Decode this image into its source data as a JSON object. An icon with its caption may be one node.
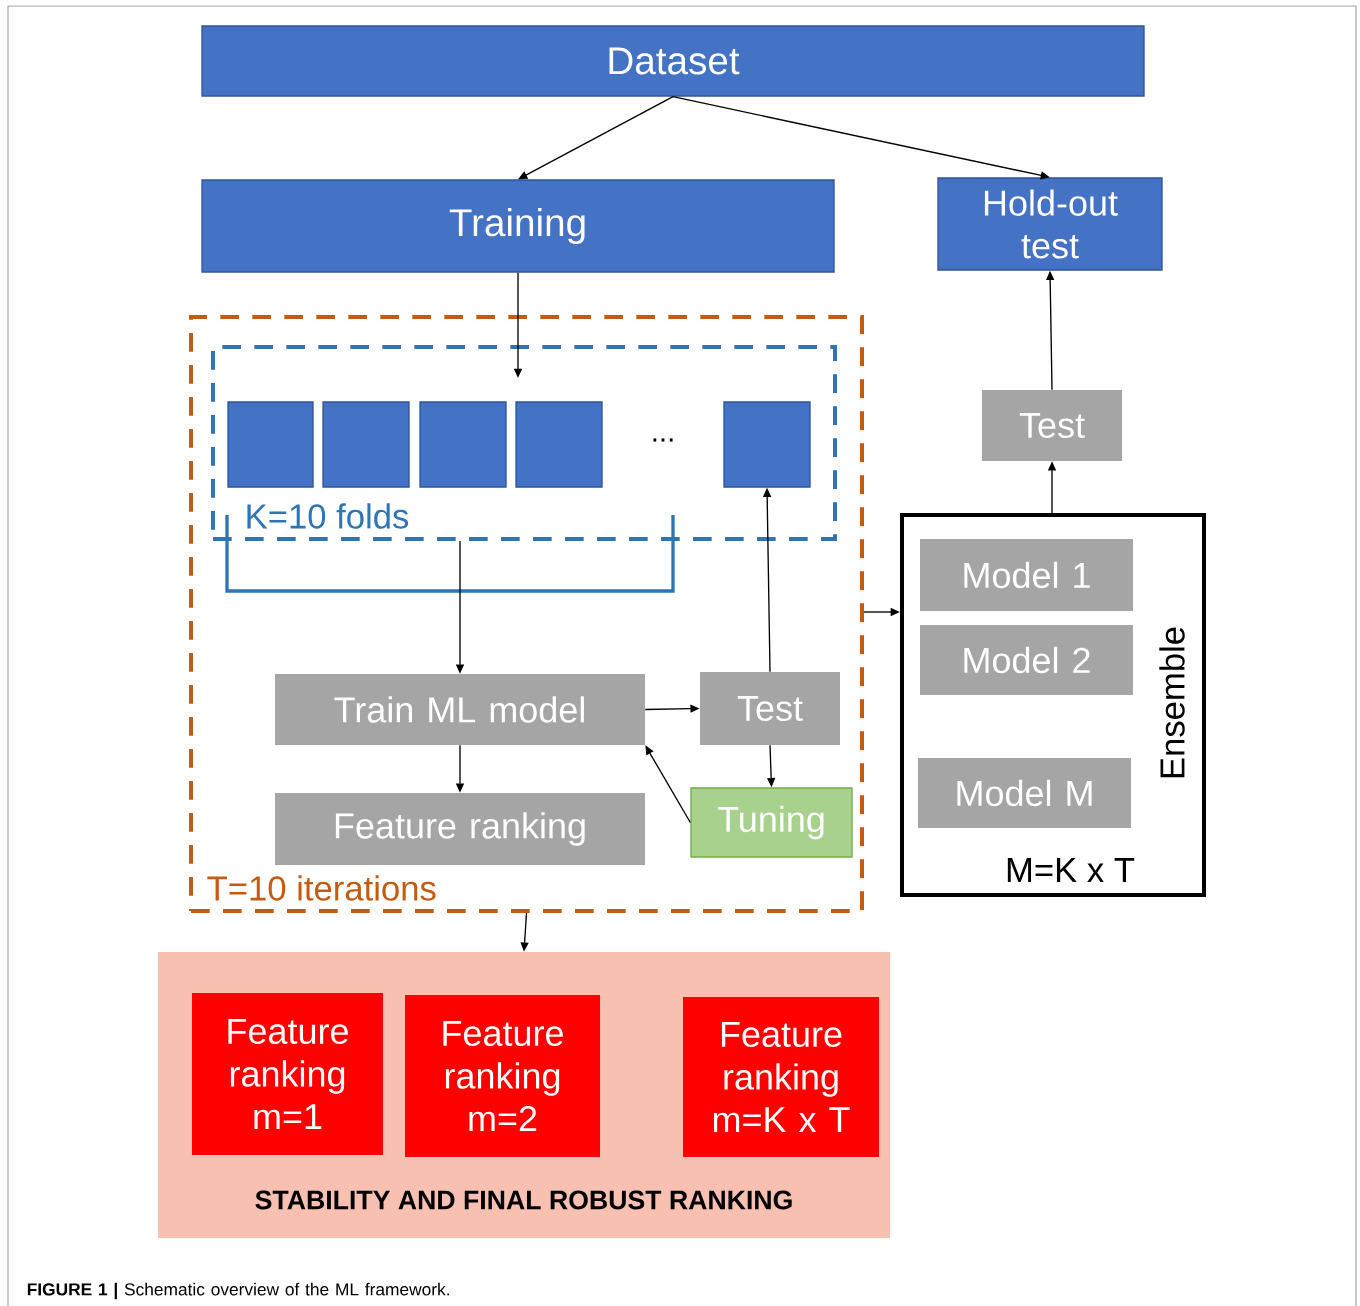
{
  "diagram": {
    "caption": "**FIGURE 1 |** Schematic overview of the ML framework.",
    "nodes": [
      {
        "text": [
          "Dataset"
        ]
      },
      {
        "text": [
          "Training"
        ]
      },
      {
        "text": [
          "Hold-out test"
        ]
      },
      {
        "text": [
          "T=10 iterations"
        ]
      },
      {
        "text": [
          "K=10 folds"
        ],
        "in": 3
      },
      {
        "text": [],
        "shape": "box",
        "in": 4
      },
      {
        "text": [],
        "shape": "box",
        "in": 4
      },
      {
        "text": [],
        "shape": "box",
        "in": 4
      },
      {
        "text": [],
        "shape": "box",
        "in": 4
      },
      {
        "text": [],
        "shape": "box",
        "in": 4
      },
      {
        "text": [
          "Train ML model"
        ],
        "in": 3
      },
      {
        "text": [
          "Test"
        ],
        "in": 3
      },
      {
        "text": [
          "Feature ranking"
        ],
        "in": 3
      },
      {
        "text": [
          "Tuning"
        ],
        "in": 3
      },
      {
        "text": [
          "Ensemble",
          "M=K x T"
        ]
      },
      {
        "text": [
          "Model 1"
        ],
        "in": 14
      },
      {
        "text": [
          "Model 2"
        ],
        "in": 14
      },
      {
        "text": [
          "Model M"
        ],
        "in": 14
      },
      {
        "text": [
          "Test"
        ]
      },
      {
        "text": [
          "STABILITY AND FINAL ROBUST RANKING"
        ]
      },
      {
        "text": [
          "Feature ranking m=1"
        ],
        "in": 19
      },
      {
        "text": [
          "Feature ranking m=2"
        ],
        "in": 19
      },
      {
        "text": [
          "Feature ranking m=K x T"
        ],
        "in": 19
      }
    ],
    "edges": [
      {
        "from": 0,
        "to": 1,
        "arrow": "to"
      },
      {
        "from": 0,
        "to": 2,
        "arrow": "to"
      },
      {
        "from": 1,
        "to": 4,
        "arrow": "to"
      },
      {
        "from": 4,
        "to": 10,
        "arrow": "to"
      },
      {
        "from": 10,
        "to": 11,
        "arrow": "to"
      },
      {
        "from": 11,
        "to": 9,
        "arrow": "to"
      },
      {
        "from": 10,
        "to": 12,
        "arrow": "to"
      },
      {
        "from": 11,
        "to": 13,
        "arrow": "to"
      },
      {
        "from": 13,
        "to": 10,
        "arrow": "to"
      },
      {
        "from": 3,
        "to": 14,
        "arrow": "to"
      },
      {
        "from": 14,
        "to": 18,
        "arrow": "to"
      },
      {
        "from": 18,
        "to": 2,
        "arrow": "to"
      },
      {
        "from": 3,
        "to": 19,
        "arrow": "to"
      }
    ],
    "labels": [
      "..."
    ]
  }
}
